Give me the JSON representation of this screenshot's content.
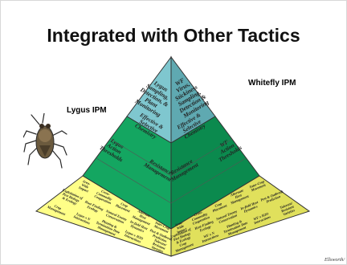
{
  "title": "Integrated with Other Tactics",
  "labels": {
    "left": "Lygus IPM",
    "right": "Whitefly IPM"
  },
  "credit": "Ellsworth/",
  "tiers": {
    "top": {
      "left": [
        "Lygus",
        "Sampling,",
        "Detection, &",
        "Plant",
        "Monitoring"
      ],
      "right": [
        "WF",
        "Virus,",
        "Stickiness",
        "Sampling,",
        "Detection &",
        "Monitoring"
      ]
    },
    "middle": {
      "left": [
        [
          "Lygus",
          "Action",
          "Thresholds"
        ],
        [
          "Effective &",
          "Selective",
          "Chemistry"
        ],
        [
          "Resistance",
          "Management"
        ]
      ],
      "right": [
        [
          "WF",
          "Action",
          "Thresholds"
        ],
        [
          "Effective &",
          "Selective",
          "Chemistry"
        ],
        [
          "Resistance",
          "Management"
        ]
      ]
    },
    "bottom": {
      "left": [
        [
          "Area-",
          "Wide",
          "Impact"
        ],
        [
          "Cross-",
          "Commodity",
          "Cooperation"
        ],
        [
          "Crop",
          "Placement"
        ],
        [
          "Alternate",
          "Host",
          "Management"
        ],
        [
          "Inter-Crop",
          "Movement"
        ],
        [
          "Exploitation of",
          "Pest Biology",
          "& Ecology"
        ],
        [
          "Host-Finding",
          "Ecology"
        ],
        [
          "Natural Enemy",
          "Conservation"
        ],
        [
          "In-field Host",
          "Dynamics"
        ],
        [
          "Pest & Outbreak",
          "Prediction"
        ],
        [
          "Crop",
          "Management"
        ],
        [
          "Lygus x N",
          "Interactions"
        ],
        [
          "Planting &",
          "Termination Date",
          "Management"
        ],
        [
          "Lygus x H2O",
          "Interactions"
        ],
        [
          "Tolerant/",
          "Resistant",
          "Varieties"
        ]
      ],
      "right": [
        [
          "Area-",
          "Wide",
          "Impact"
        ],
        [
          "Cross-",
          "Commodity",
          "Cooperation"
        ],
        [
          "Crop",
          "Placement"
        ],
        [
          "Alternate",
          "Host",
          "Management"
        ],
        [
          "Inter-Crop",
          "Movement"
        ],
        [
          "Exploitation of",
          "Pest Biology",
          "& Ecology"
        ],
        [
          "Host-Finding",
          "Ecology"
        ],
        [
          "Natural Enemy",
          "Conservation"
        ],
        [
          "In-field Host",
          "Dynamics"
        ],
        [
          "Pest & Outbreak",
          "Prediction"
        ],
        [
          "Crop",
          "Management"
        ],
        [
          "WF x N",
          "Interactions"
        ],
        [
          "Planting &",
          "Termination Date",
          "Management"
        ],
        [
          "WF x H2O",
          "Interactions"
        ],
        [
          "Tolerant/",
          "Resistant",
          "Varieties"
        ]
      ]
    }
  },
  "colors": {
    "top": "#7fc7cf",
    "middle": "#14a661",
    "bottom": "#ffff88",
    "top_side": "#5fa9b1",
    "middle_side": "#0b8a4e",
    "bottom_side": "#e0e05c",
    "edge": "#333333"
  }
}
